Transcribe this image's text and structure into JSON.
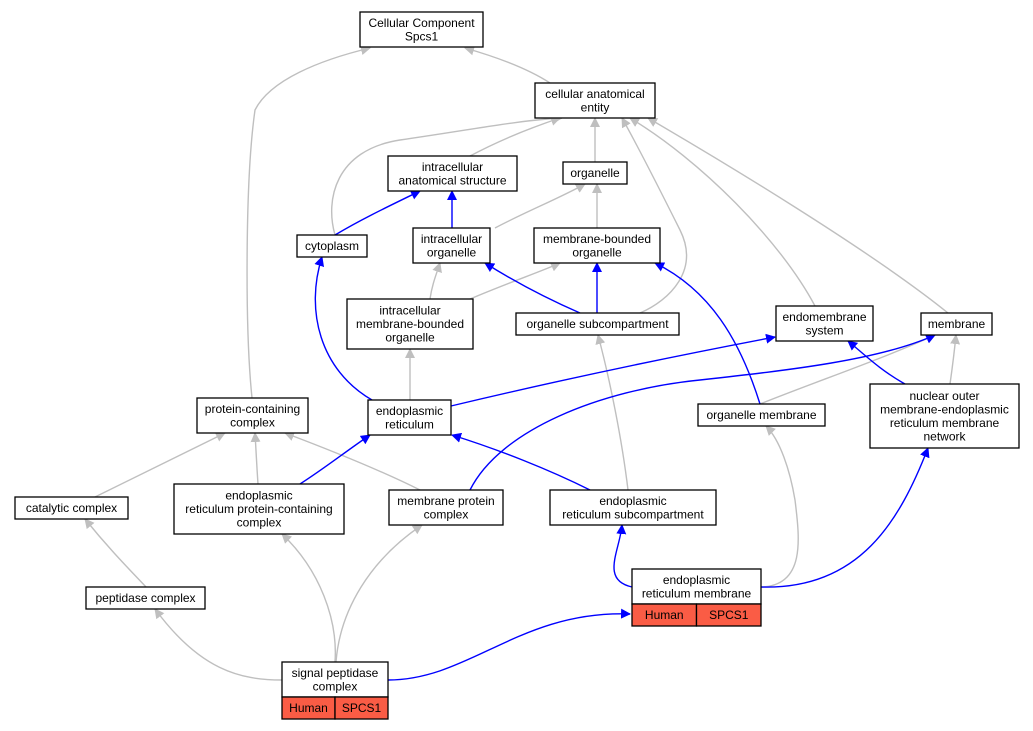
{
  "colors": {
    "blue_edge": "#0000ff",
    "gray_edge": "#bfbfbf",
    "node_fill": "#ffffff",
    "node_border": "#000000",
    "tag_fill": "#fa5c45"
  },
  "nodes": {
    "cc_root": {
      "lines": [
        "Cellular Component",
        "Spcs1"
      ]
    },
    "cae": {
      "lines": [
        "cellular anatomical",
        "entity"
      ]
    },
    "ias": {
      "lines": [
        "intracellular",
        "anatomical structure"
      ]
    },
    "organelle": {
      "lines": [
        "organelle"
      ]
    },
    "cytoplasm": {
      "lines": [
        "cytoplasm"
      ]
    },
    "intra_org": {
      "lines": [
        "intracellular",
        "organelle"
      ]
    },
    "mbo": {
      "lines": [
        "membrane-bounded",
        "organelle"
      ]
    },
    "imbo": {
      "lines": [
        "intracellular",
        "membrane-bounded",
        "organelle"
      ]
    },
    "org_sub": {
      "lines": [
        "organelle subcompartment"
      ]
    },
    "endo_sys": {
      "lines": [
        "endomembrane",
        "system"
      ]
    },
    "membrane": {
      "lines": [
        "membrane"
      ]
    },
    "pcc": {
      "lines": [
        "protein-containing",
        "complex"
      ]
    },
    "er": {
      "lines": [
        "endoplasmic",
        "reticulum"
      ]
    },
    "org_mem": {
      "lines": [
        "organelle membrane"
      ]
    },
    "nuc_outer": {
      "lines": [
        "nuclear outer",
        "membrane-endoplasmic",
        "reticulum membrane",
        "network"
      ]
    },
    "cat": {
      "lines": [
        "catalytic complex"
      ]
    },
    "er_pcc": {
      "lines": [
        "endoplasmic",
        "reticulum protein-containing",
        "complex"
      ]
    },
    "mpc": {
      "lines": [
        "membrane protein",
        "complex"
      ]
    },
    "er_sub": {
      "lines": [
        "endoplasmic",
        "reticulum subcompartment"
      ]
    },
    "pep": {
      "lines": [
        "peptidase complex"
      ]
    },
    "er_mem": {
      "lines": [
        "endoplasmic",
        "reticulum membrane"
      ],
      "tags": [
        "Human",
        "SPCS1"
      ]
    },
    "spc": {
      "lines": [
        "signal peptidase",
        "complex"
      ],
      "tags": [
        "Human",
        "SPCS1"
      ]
    }
  }
}
